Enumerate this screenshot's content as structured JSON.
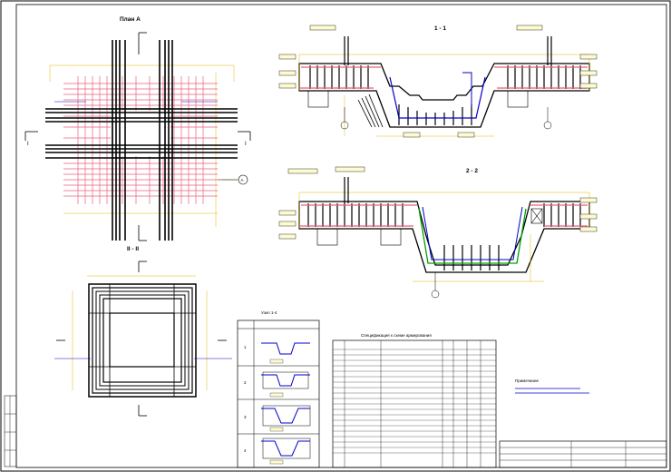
{
  "sheet": {
    "colors": {
      "rebar": "#000000",
      "mesh": "#e8607c",
      "dimension": "#e0b800",
      "accent": "#0000cc",
      "green": "#00a000",
      "frame": "#000000"
    }
  },
  "plan": {
    "title": "План А",
    "section_marker_left": "I",
    "section_marker_right": "I",
    "axis_label": "А"
  },
  "section_ii": {
    "title": "II - II"
  },
  "section_1": {
    "title": "1 - 1"
  },
  "section_2": {
    "title": "2 - 2"
  },
  "detail_table": {
    "title": "Узел 1-4",
    "rows": [
      "1",
      "2",
      "3",
      "4"
    ]
  },
  "spec_table": {
    "title": "Спецификация к схеме армирования"
  },
  "notes": {
    "title": "Примечание"
  }
}
